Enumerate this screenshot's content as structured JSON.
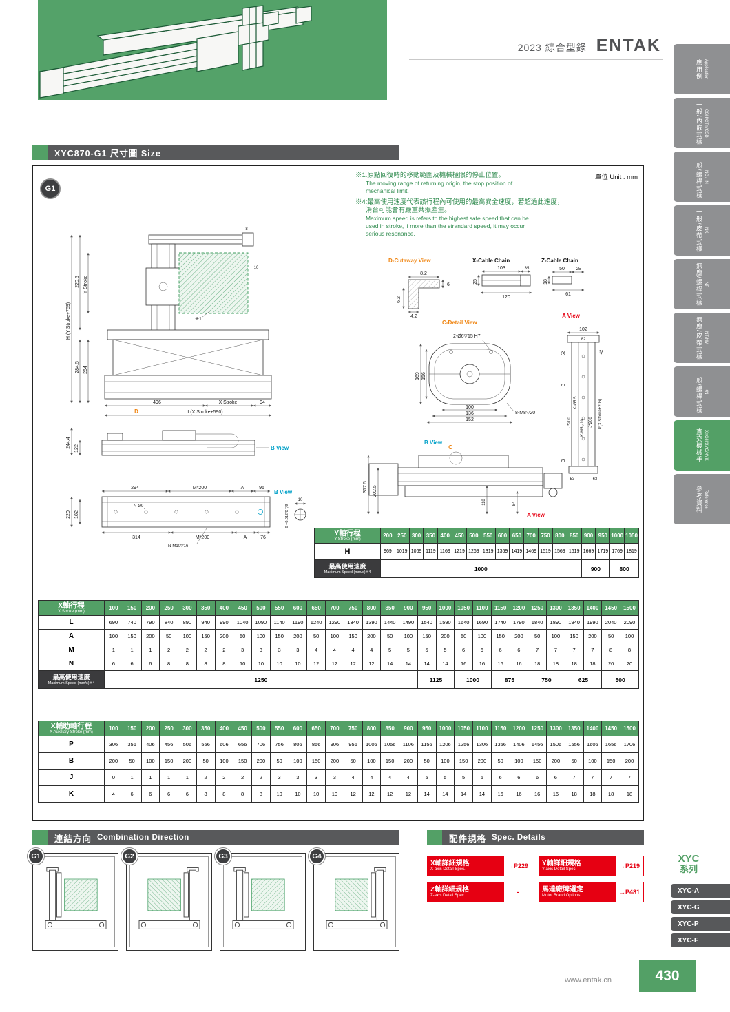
{
  "colors": {
    "accent": "#53a066",
    "red": "#e60012",
    "cyan": "#00a0c8",
    "orange": "#ef820c",
    "bar": "#58595b",
    "tab": "#8f9092",
    "dark": "#3b3b3d"
  },
  "page": {
    "catalog_title": "2023 綜合型錄",
    "brand": "ENTAK",
    "website": "www.entak.cn",
    "page_number": "430",
    "unit_label": "單位 Unit : mm",
    "g1_badge": "G1"
  },
  "section": {
    "title": "XYC870-G1 尺寸圖  Size"
  },
  "sidebar": {
    "items": [
      {
        "zh": "應用例",
        "en": "Application",
        "active": false
      },
      {
        "zh": "一般/內嵌式樣",
        "en": "CGH/CTY/CGB",
        "active": false
      },
      {
        "zh": "一般/螺桿式樣",
        "en": "NC / IN",
        "active": false
      },
      {
        "zh": "一般/皮帶式樣",
        "en": "NK",
        "active": false
      },
      {
        "zh": "無塵/螺桿式樣",
        "en": "NF",
        "active": false
      },
      {
        "zh": "無塵/皮帶式樣",
        "en": "NT/NM",
        "active": false
      },
      {
        "zh": "一般/螺桿式樣",
        "en": "KN",
        "active": false
      },
      {
        "zh": "直交機械手",
        "en": "XYGH/XYC/XYK",
        "active": true
      },
      {
        "zh": "參考資料",
        "en": "Reference",
        "active": false
      }
    ]
  },
  "notes": {
    "n1_zh": "※1:原點回復時的移動範圍及機械極限的停止位置。",
    "n1_en1": "The moving range of returning origin, the stop position of",
    "n1_en2": "mechanical limit.",
    "n4_zh1": "※4:最高使用速度代表該行程內可使用的最高安全速度，若超過此速度，",
    "n4_zh2": "滑台可能會有嚴重共振產生。",
    "n4_en1": "Maximum speed is refers to the highest safe speed that can be",
    "n4_en2": "used in stroke, if more than the strandard speed, it may occur",
    "n4_en3": "serious resonance."
  },
  "drawing": {
    "front": {
      "d220_5": "220.5",
      "h_total": "H (Y Stroke+769)",
      "y_stroke": "Y Stroke",
      "d284_5": "284.5",
      "d264": "264",
      "d8": "8",
      "d10": "10",
      "ref1": "※1",
      "d496": "496",
      "x_stroke": "X Stroke",
      "d94": "94",
      "d_mark": "D",
      "l_total": "L(X Stroke+590)"
    },
    "side": {
      "d244_4": "244.4",
      "d122": "122",
      "b_view": "B View"
    },
    "plan": {
      "d294": "294",
      "m200a": "M*200",
      "a1": "A",
      "d96": "96",
      "n_holes": "N-Ø9",
      "d220": "220",
      "d182": "182",
      "d314": "314",
      "m200b": "M*200",
      "a2": "A",
      "d76": "76",
      "n_taps": "N-M10▽16",
      "b_view": "B View",
      "d10": "10",
      "tol": "8 +0.012/0 ▽9"
    },
    "d_cutaway": {
      "title": "D-Cutaway View",
      "d8_2": "8.2",
      "d6": "6",
      "d6_2": "6.2",
      "d4_2": "4.2"
    },
    "x_chain": {
      "title": "X-Cable Chain",
      "d103": "103",
      "d35": "35",
      "d25": "25",
      "d120": "120"
    },
    "z_chain": {
      "title": "Z-Cable Chain",
      "d50": "50",
      "d25": "25",
      "d18": "18",
      "d61": "61",
      "a_view": "A View"
    },
    "c_detail": {
      "title": "C-Detail View",
      "holes": "2-Ø6▽15 H7",
      "d169": "169",
      "d156": "156",
      "d100": "100",
      "d136": "136",
      "d152": "152",
      "taps": "8-M8▽20",
      "b_view": "B View"
    },
    "z_rail": {
      "d102": "102",
      "d82": "82",
      "d52": "52",
      "d42": "42",
      "b1": "B",
      "k_holes": "K-Ø5.5",
      "j200a": "J*200",
      "k_taps": "K-M5▽10",
      "j200b": "J*200",
      "p_total": "P(X Stroke+206)",
      "b2": "B",
      "d53": "53",
      "d63": "63"
    },
    "a_section": {
      "d317_5": "317.5",
      "d202_5": "202.5",
      "d118": "118",
      "d84": "84",
      "a_view": "A View",
      "c_mark": "C"
    }
  },
  "tables": {
    "y_stroke": {
      "title_zh": "Y軸行程",
      "title_en": "Y Stroke (mm)",
      "columns": [
        "200",
        "250",
        "300",
        "350",
        "400",
        "450",
        "500",
        "550",
        "600",
        "650",
        "700",
        "750",
        "800",
        "850",
        "900",
        "950",
        "1000",
        "1050"
      ],
      "rows": [
        {
          "label": "H",
          "values": [
            "969",
            "1019",
            "1069",
            "1119",
            "1169",
            "1219",
            "1269",
            "1319",
            "1369",
            "1419",
            "1469",
            "1519",
            "1569",
            "1619",
            "1669",
            "1719",
            "1769",
            "1819"
          ]
        }
      ],
      "speed": {
        "label_zh": "最高使用速度",
        "label_en": "Maximum Speed (mm/s)※4",
        "spans": [
          {
            "value": "1000",
            "cols": 14
          },
          {
            "value": "900",
            "cols": 2
          },
          {
            "value": "800",
            "cols": 2
          }
        ]
      }
    },
    "x_stroke": {
      "title_zh": "X軸行程",
      "title_en": "X Stroke (mm)",
      "columns": [
        "100",
        "150",
        "200",
        "250",
        "300",
        "350",
        "400",
        "450",
        "500",
        "550",
        "600",
        "650",
        "700",
        "750",
        "800",
        "850",
        "900",
        "950",
        "1000",
        "1050",
        "1100",
        "1150",
        "1200",
        "1250",
        "1300",
        "1350",
        "1400",
        "1450",
        "1500"
      ],
      "rows": [
        {
          "label": "L",
          "values": [
            "690",
            "740",
            "790",
            "840",
            "890",
            "940",
            "990",
            "1040",
            "1090",
            "1140",
            "1190",
            "1240",
            "1290",
            "1340",
            "1390",
            "1440",
            "1490",
            "1540",
            "1590",
            "1640",
            "1690",
            "1740",
            "1790",
            "1840",
            "1890",
            "1940",
            "1990",
            "2040",
            "2090"
          ]
        },
        {
          "label": "A",
          "values": [
            "100",
            "150",
            "200",
            "50",
            "100",
            "150",
            "200",
            "50",
            "100",
            "150",
            "200",
            "50",
            "100",
            "150",
            "200",
            "50",
            "100",
            "150",
            "200",
            "50",
            "100",
            "150",
            "200",
            "50",
            "100",
            "150",
            "200",
            "50",
            "100"
          ]
        },
        {
          "label": "M",
          "values": [
            "1",
            "1",
            "1",
            "2",
            "2",
            "2",
            "2",
            "3",
            "3",
            "3",
            "3",
            "4",
            "4",
            "4",
            "4",
            "5",
            "5",
            "5",
            "5",
            "6",
            "6",
            "6",
            "6",
            "7",
            "7",
            "7",
            "7",
            "8",
            "8"
          ]
        },
        {
          "label": "N",
          "values": [
            "6",
            "6",
            "6",
            "8",
            "8",
            "8",
            "8",
            "10",
            "10",
            "10",
            "10",
            "12",
            "12",
            "12",
            "12",
            "14",
            "14",
            "14",
            "14",
            "16",
            "16",
            "16",
            "16",
            "18",
            "18",
            "18",
            "18",
            "20",
            "20"
          ]
        }
      ],
      "speed": {
        "label_zh": "最高使用速度",
        "label_en": "Maximum Speed (mm/s)※4",
        "spans": [
          {
            "value": "1250",
            "cols": 17
          },
          {
            "value": "1125",
            "cols": 2
          },
          {
            "value": "1000",
            "cols": 2
          },
          {
            "value": "875",
            "cols": 2
          },
          {
            "value": "750",
            "cols": 2
          },
          {
            "value": "625",
            "cols": 2
          },
          {
            "value": "500",
            "cols": 2
          }
        ]
      }
    },
    "x_aux": {
      "title_zh": "X輔助軸行程",
      "title_en": "X Auxiliary Stroke (mm)",
      "columns": [
        "100",
        "150",
        "200",
        "250",
        "300",
        "350",
        "400",
        "450",
        "500",
        "550",
        "600",
        "650",
        "700",
        "750",
        "800",
        "850",
        "900",
        "950",
        "1000",
        "1050",
        "1100",
        "1150",
        "1200",
        "1250",
        "1300",
        "1350",
        "1400",
        "1450",
        "1500"
      ],
      "rows": [
        {
          "label": "P",
          "values": [
            "306",
            "356",
            "406",
            "456",
            "506",
            "556",
            "606",
            "656",
            "706",
            "756",
            "806",
            "856",
            "906",
            "956",
            "1006",
            "1056",
            "1106",
            "1156",
            "1206",
            "1256",
            "1306",
            "1356",
            "1406",
            "1456",
            "1506",
            "1556",
            "1606",
            "1656",
            "1706"
          ]
        },
        {
          "label": "B",
          "values": [
            "200",
            "50",
            "100",
            "150",
            "200",
            "50",
            "100",
            "150",
            "200",
            "50",
            "100",
            "150",
            "200",
            "50",
            "100",
            "150",
            "200",
            "50",
            "100",
            "150",
            "200",
            "50",
            "100",
            "150",
            "200",
            "50",
            "100",
            "150",
            "200"
          ]
        },
        {
          "label": "J",
          "values": [
            "0",
            "1",
            "1",
            "1",
            "1",
            "2",
            "2",
            "2",
            "2",
            "3",
            "3",
            "3",
            "3",
            "4",
            "4",
            "4",
            "4",
            "5",
            "5",
            "5",
            "5",
            "6",
            "6",
            "6",
            "6",
            "7",
            "7",
            "7",
            "7"
          ]
        },
        {
          "label": "K",
          "values": [
            "4",
            "6",
            "6",
            "6",
            "6",
            "8",
            "8",
            "8",
            "8",
            "10",
            "10",
            "10",
            "10",
            "12",
            "12",
            "12",
            "12",
            "14",
            "14",
            "14",
            "14",
            "16",
            "16",
            "16",
            "16",
            "18",
            "18",
            "18",
            "18"
          ]
        }
      ]
    }
  },
  "combination": {
    "title_zh": "連結方向",
    "title_en": "Combination Direction",
    "badges": [
      "G1",
      "G2",
      "G3",
      "G4"
    ]
  },
  "spec_details": {
    "title_zh": "配件規格",
    "title_en": "Spec. Details",
    "items": [
      {
        "zh": "X軸詳細規格",
        "en": "X-axis Detail Spec.",
        "page": "→P229"
      },
      {
        "zh": "Y軸詳細規格",
        "en": "Y-axis Detail Spec.",
        "page": "→P219"
      },
      {
        "zh": "Z軸詳細規格",
        "en": "Z-axis Detail Spec.",
        "page": "-"
      },
      {
        "zh": "馬達廠牌選定",
        "en": "Motor Brand Options",
        "page": "→P481"
      }
    ]
  },
  "series_nav": {
    "title_line1": "XYC",
    "title_line2": "系列",
    "items": [
      "XYC-A",
      "XYC-G",
      "XYC-P",
      "XYC-F"
    ]
  }
}
